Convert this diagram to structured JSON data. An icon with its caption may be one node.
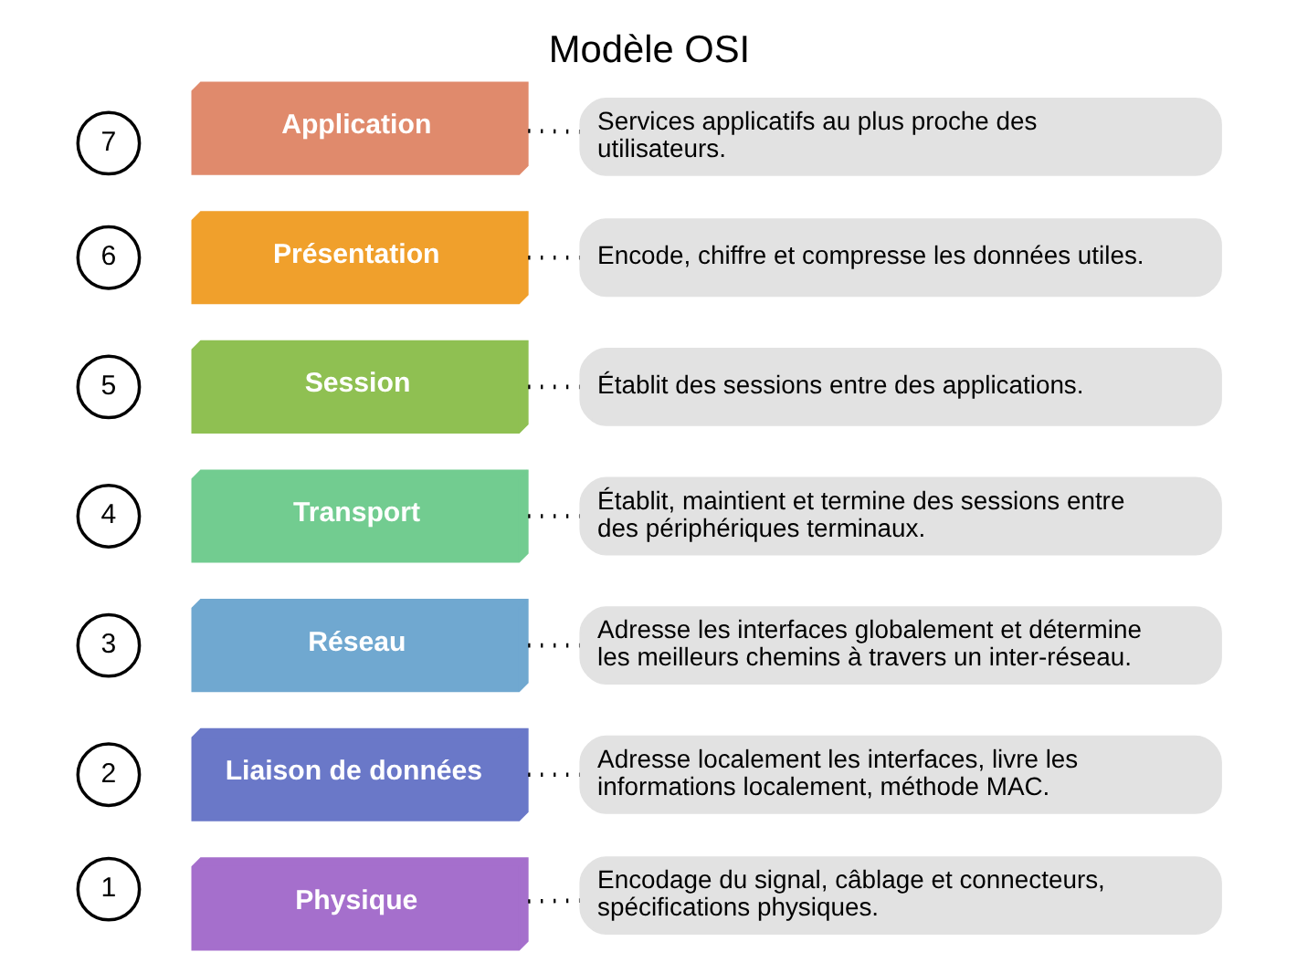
{
  "diagram": {
    "title": "Modèle OSI",
    "nodes": [
      {
        "text": [
          "7"
        ]
      },
      {
        "text": [
          "Application"
        ]
      },
      {
        "text": [
          "Services applicatifs au plus proche des utilisateurs."
        ]
      },
      {
        "text": [
          "6"
        ]
      },
      {
        "text": [
          "Présentation"
        ]
      },
      {
        "text": [
          "Encode, chiffre et compresse les données utiles."
        ]
      },
      {
        "text": [
          "5"
        ]
      },
      {
        "text": [
          "Session"
        ]
      },
      {
        "text": [
          "Établit des sessions entre des applications."
        ]
      },
      {
        "text": [
          "4"
        ]
      },
      {
        "text": [
          "Transport"
        ]
      },
      {
        "text": [
          "Établit, maintient et termine des sessions entre des périphériques terminaux."
        ]
      },
      {
        "text": [
          "3"
        ]
      },
      {
        "text": [
          "Réseau"
        ]
      },
      {
        "text": [
          "Adresse les interfaces globalement et détermine les meilleurs chemins à travers un inter-réseau."
        ]
      },
      {
        "text": [
          "2"
        ]
      },
      {
        "text": [
          "Liaison de données"
        ]
      },
      {
        "text": [
          "Adresse localement les interfaces, livre les informations localement, méthode MAC."
        ]
      },
      {
        "text": [
          "1"
        ]
      },
      {
        "text": [
          "Physique"
        ]
      },
      {
        "text": [
          "Encodage du signal, câblage et connecteurs, spécifications physiques."
        ]
      }
    ],
    "edges": [
      {
        "from": 1,
        "to": 2,
        "arrow": "none",
        "style": "dashed"
      },
      {
        "from": 4,
        "to": 5,
        "arrow": "none",
        "style": "dashed"
      },
      {
        "from": 7,
        "to": 8,
        "arrow": "none",
        "style": "dashed"
      },
      {
        "from": 10,
        "to": 11,
        "arrow": "none",
        "style": "dashed"
      },
      {
        "from": 13,
        "to": 14,
        "arrow": "none",
        "style": "dashed"
      },
      {
        "from": 16,
        "to": 17,
        "arrow": "none",
        "style": "dashed"
      },
      {
        "from": 19,
        "to": 20,
        "arrow": "none",
        "style": "dashed"
      }
    ]
  }
}
